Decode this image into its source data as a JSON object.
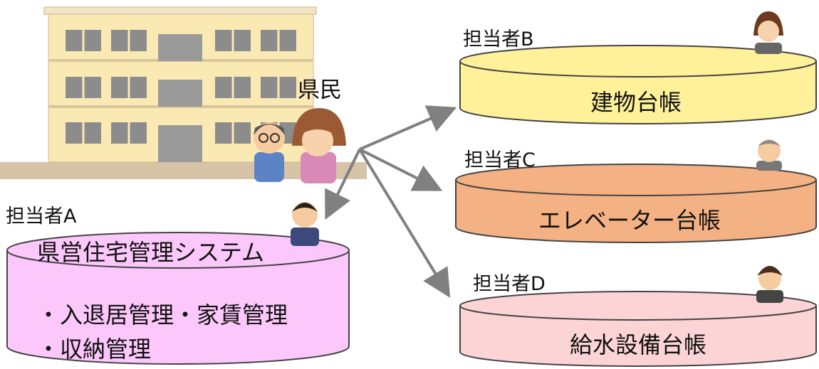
{
  "resident_label": "県民",
  "system_a": {
    "person": "担当者A",
    "title": "県営住宅管理システム",
    "items": [
      "・入退居管理・家賃管理",
      "・収納管理"
    ],
    "color": "#fcc7fb"
  },
  "ledger_b": {
    "person": "担当者B",
    "title": "建物台帳",
    "color": "#fff09a"
  },
  "ledger_c": {
    "person": "担当者C",
    "title": "エレベーター台帳",
    "color": "#f4b183"
  },
  "ledger_d": {
    "person": "担当者D",
    "title": "給水設備台帳",
    "color": "#fdd4d6"
  },
  "colors": {
    "arrow": "#7f7f7f",
    "building": "#fbe9b4",
    "ground": "#d9c6a8"
  }
}
